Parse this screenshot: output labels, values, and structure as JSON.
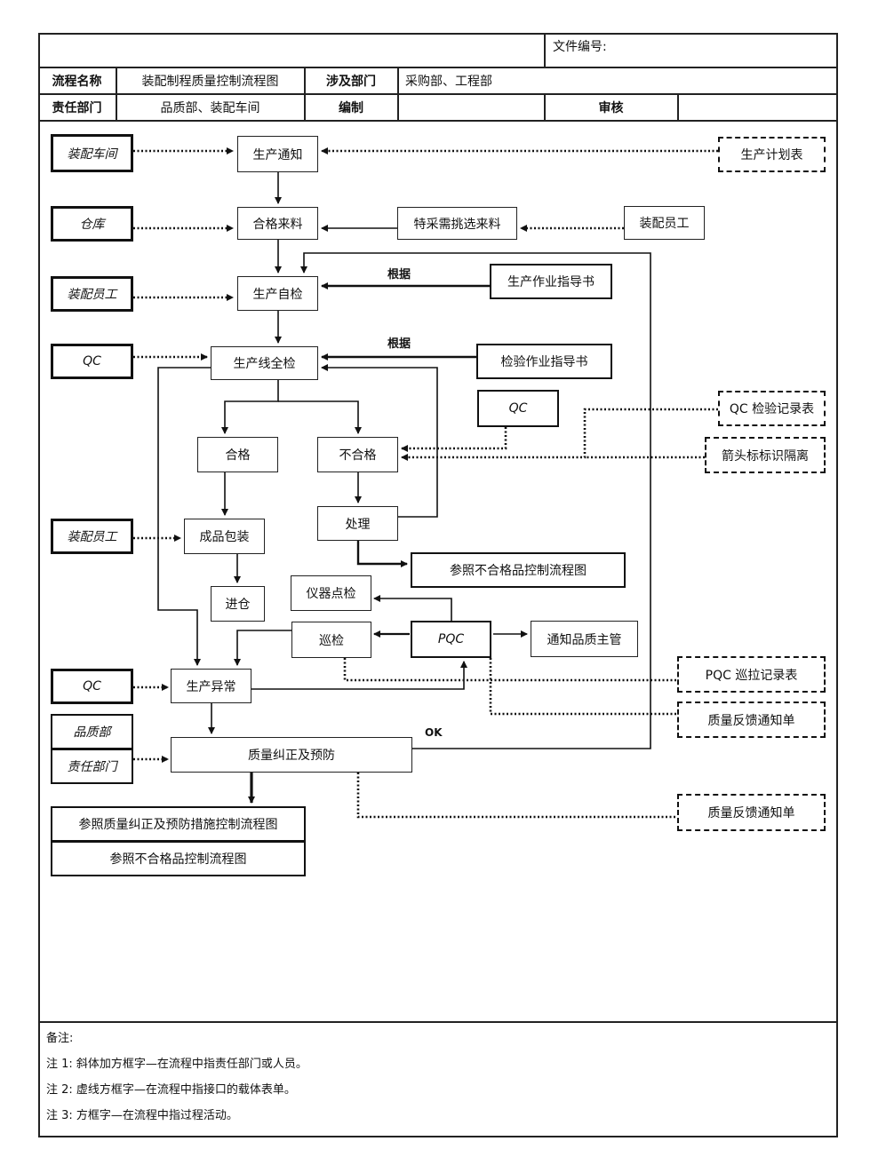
{
  "header": {
    "doc_no_label": "文件编号:",
    "row1": [
      "流程名称",
      "装配制程质量控制流程图",
      "涉及部门",
      "采购部、工程部"
    ],
    "row2": [
      "责任部门",
      "品质部、装配车间",
      "编制",
      "",
      "审核",
      ""
    ]
  },
  "responsibles": {
    "workshop": "装配车间",
    "warehouse": "仓库",
    "worker1": "装配员工",
    "qc1": "QC",
    "worker2": "装配员工",
    "qc2": "QC",
    "qa_dept": "品质部",
    "resp_dept": "责任部门"
  },
  "activities": {
    "prod_notice": "生产通知",
    "qualified_material": "合格来料",
    "special_pick": "特采需挑选来料",
    "worker_right": "装配员工",
    "self_check": "生产自检",
    "work_instruction": "生产作业指导书",
    "line_full_check": "生产线全检",
    "inspection_instruction": "检验作业指导书",
    "pass": "合格",
    "fail": "不合格",
    "qc_right": "QC",
    "handling": "处理",
    "ref_nonconform1": "参照不合格品控制流程图",
    "packing": "成品包装",
    "warehouse_in": "进仓",
    "instrument_check": "仪器点检",
    "patrol": "巡检",
    "pqc": "PQC",
    "notify_supervisor": "通知品质主管",
    "prod_abnormal": "生产异常",
    "correction": "质量纠正及预防",
    "ref_corrective": "参照质量纠正及预防措施控制流程图",
    "ref_nonconform2": "参照不合格品控制流程图"
  },
  "forms": {
    "prod_plan": "生产计划表",
    "qc_record": "QC 检验记录表",
    "arrow_label": "箭头标标识隔离",
    "pqc_record": "PQC 巡拉记录表",
    "feedback1": "质量反馈通知单",
    "feedback2": "质量反馈通知单"
  },
  "labels": {
    "basis1": "根据",
    "basis2": "根据",
    "ok": "OK"
  },
  "notes": {
    "title": "备注:",
    "n1": "注 1:  斜体加方框字—在流程中指责任部门或人员。",
    "n2": "注 2:  虚线方框字—在流程中指接口的载体表单。",
    "n3": "注 3:  方框字—在流程中指过程活动。"
  }
}
